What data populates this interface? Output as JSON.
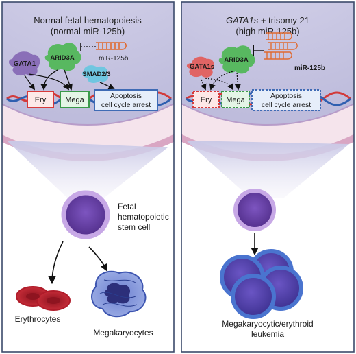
{
  "left_panel": {
    "title_line1": "Normal fetal hematopoiesis",
    "title_line2": "(normal miR-125b)",
    "gata1_label": "GATA1",
    "arid3a_label": "ARID3A",
    "mirna_label": "miR-125b",
    "smad_label": "SMAD2/3",
    "gene_ery": "Ery",
    "gene_mega": "Mega",
    "gene_apoptosis_line1": "Apoptosis",
    "gene_apoptosis_line2": "cell cycle arrest",
    "stem_cell_line1": "Fetal",
    "stem_cell_line2": "hematopoietic",
    "stem_cell_line3": "stem cell",
    "erythrocytes_label": "Erythrocytes",
    "megakaryocytes_label": "Megakaryocytes"
  },
  "right_panel": {
    "title_italic": "GATA1s",
    "title_rest": " + trisomy 21",
    "title_line2": "(high miR-125b)",
    "gata1s_label": "GATA1s",
    "arid3a_label": "ARID3A",
    "mirna_label": "miR-125b",
    "gene_ery": "Ery",
    "gene_mega": "Mega",
    "gene_apoptosis_line1": "Apoptosis",
    "gene_apoptosis_line2": "cell cycle arrest",
    "leukemia_line1": "Megakaryocytic/erythroid",
    "leukemia_line2": "leukemia"
  },
  "colors": {
    "panel_border": "#3b4a6b",
    "nucleus_fill": "#cfcde6",
    "cytoplasm": "#f4e6ee",
    "membrane": "#c98fb1",
    "gata1": "#8a6fb8",
    "gata1s": "#e06464",
    "arid3a": "#58b860",
    "smad": "#6fc6e0",
    "ery_box": "#d83a3a",
    "mega_box": "#3a9a4a",
    "apoptosis_box": "#3f6bb5",
    "stem_cell": "#6a3ea0",
    "erythrocyte": "#c32030",
    "megakaryocyte": "#3d55b0",
    "leukemia_cell": "#3d5db8"
  }
}
